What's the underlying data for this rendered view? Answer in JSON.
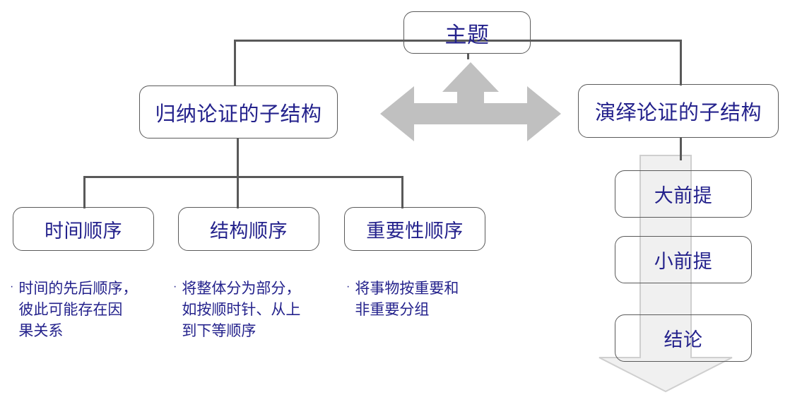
{
  "diagram": {
    "title_node": {
      "label": "主题"
    },
    "branches": [
      {
        "id": "inductive",
        "label": "归纳论证的子结构"
      },
      {
        "id": "deductive",
        "label": "演绎论证的子结构"
      }
    ],
    "inductive_children": [
      {
        "id": "time-order",
        "label": "时间顺序"
      },
      {
        "id": "structure-order",
        "label": "结构顺序"
      },
      {
        "id": "importance-order",
        "label": "重要性顺序"
      }
    ],
    "inductive_notes": [
      {
        "id": "time-order-note",
        "text": "时间的先后顺序，\n彼此可能存在因\n果关系"
      },
      {
        "id": "structure-order-note",
        "text": "将整体分为部分，\n如按顺时针、从上\n到下等顺序"
      },
      {
        "id": "importance-order-note",
        "text": "将事物按重要和\n非重要分组"
      }
    ],
    "deductive_steps": [
      {
        "id": "major-premise",
        "label": "大前提"
      },
      {
        "id": "minor-premise",
        "label": "小前提"
      },
      {
        "id": "conclusion",
        "label": "结论"
      }
    ],
    "icons": {
      "three-way-arrow": "three-way-arrow-icon",
      "down-arrow": "down-arrow-icon"
    },
    "colors": {
      "text": "#24228c",
      "node_border": "#5a5a5a",
      "connector": "#595959",
      "arrow_gray": "#c0c0c0",
      "arrow_pale": "#f0f0f0",
      "arrow_pale_border": "#cfcfcf",
      "background": "#ffffff"
    },
    "bullet_marker": "·"
  }
}
